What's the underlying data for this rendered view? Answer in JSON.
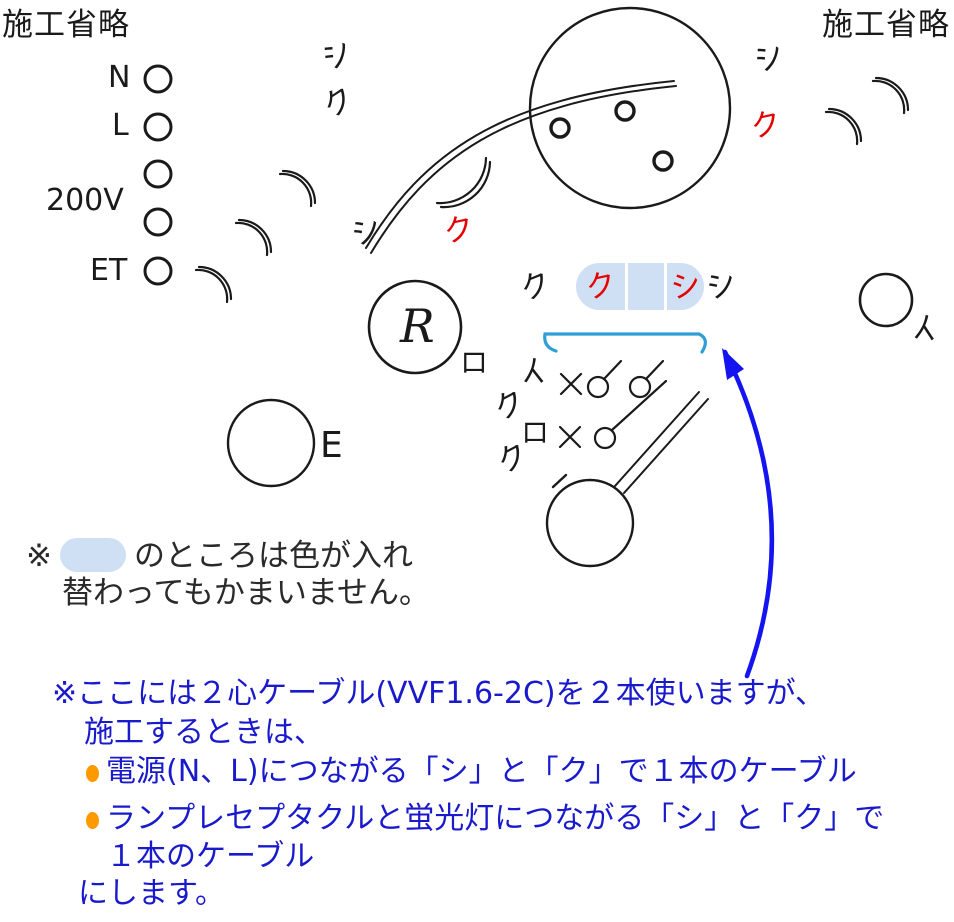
{
  "colors": {
    "ink": "#1a1a1a",
    "red": "#e60000",
    "blue_text": "#1a1acd",
    "arrow_blue": "#1414f0",
    "bracket_blue": "#2e9fd6",
    "pill_blue": "#cfe0f4",
    "bullet_orange": "#ff9900"
  },
  "captions": {
    "top_left": "施工省略",
    "top_right": "施工省略"
  },
  "terminals": {
    "n": "N",
    "l": "L",
    "v": "200V",
    "et": "ET"
  },
  "devices": {
    "receptacle": "R",
    "earth": "E",
    "lamp_label": "イ",
    "receptacle_circuit": "ロ",
    "switch1_label": "イ",
    "switch2_label": "ロ"
  },
  "wires": {
    "tl_white": "シ",
    "tl_black": "ク",
    "tr_white": "シ",
    "tr_black": "ク",
    "mid_white": "シ",
    "mid_black": "ク",
    "row_black_left": "ク",
    "row_black_hl": "ク",
    "row_white_hl": "シ",
    "row_white_right": "シ",
    "sw1_black": "ク",
    "sw2_black": "ク"
  },
  "note_color_swap": {
    "mark": "※",
    "after_pill": "のところは色が入れ",
    "line2": "替わってもかまいません。"
  },
  "note_cable": {
    "line1": "※ここには２心ケーブル(VVF1.6-2C)を２本使いますが、",
    "line2": "施工するときは、",
    "bullet1": "電源(N、L)につながる「シ」と「ク」で１本のケーブル",
    "bullet2a": "ランプレセプタクルと蛍光灯につながる「シ」と「ク」で",
    "bullet2b": "１本のケーブル",
    "closing": "にします。"
  }
}
